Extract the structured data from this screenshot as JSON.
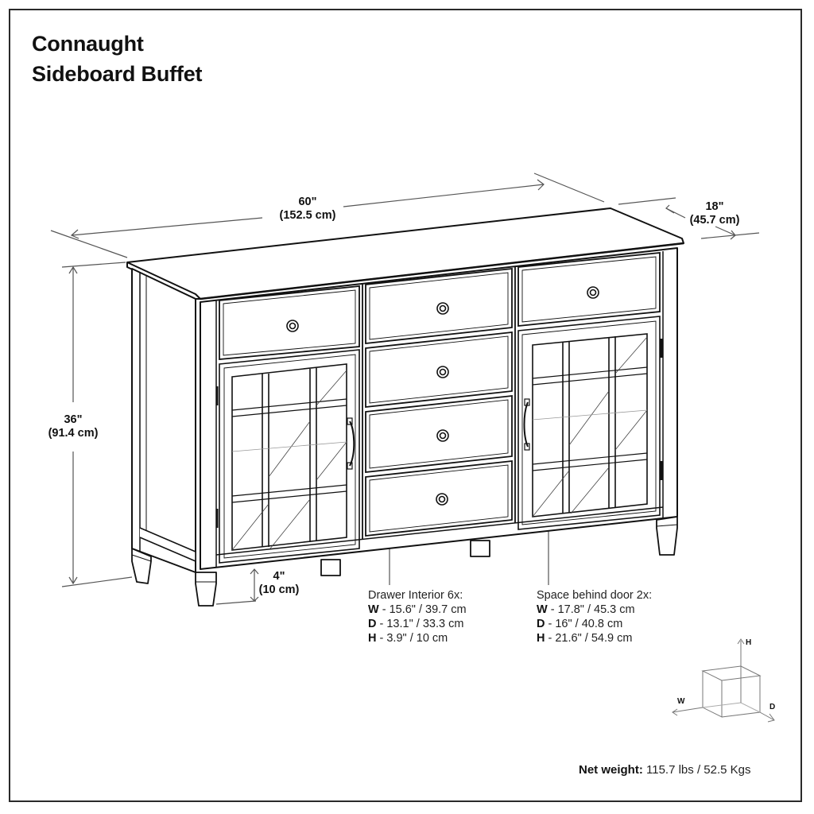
{
  "title": {
    "line1": "Connaught",
    "line2": "Sideboard Buffet"
  },
  "dimensions": {
    "width": {
      "in": "60\"",
      "cm": "(152.5 cm)"
    },
    "depth": {
      "in": "18\"",
      "cm": "(45.7 cm)"
    },
    "height": {
      "in": "36\"",
      "cm": "(91.4 cm)"
    },
    "clearance": {
      "in": "4\"",
      "cm": "(10 cm)"
    }
  },
  "drawer_interior": {
    "heading": "Drawer Interior 6x:",
    "rows": [
      {
        "key": "W",
        "value": " - 15.6\" / 39.7 cm"
      },
      {
        "key": "D",
        "value": " - 13.1\" / 33.3 cm"
      },
      {
        "key": "H",
        "value": " - 3.9\" / 10 cm"
      }
    ]
  },
  "door_space": {
    "heading": "Space behind door 2x:",
    "rows": [
      {
        "key": "W",
        "value": " - 17.8\" / 45.3 cm"
      },
      {
        "key": "D",
        "value": " - 16\" / 40.8 cm"
      },
      {
        "key": "H",
        "value": " - 21.6\" / 54.9 cm"
      }
    ]
  },
  "axis_legend": {
    "h": "H",
    "w": "W",
    "d": "D"
  },
  "net_weight": {
    "label": "Net weight:",
    "value": " 115.7 lbs / 52.5 Kgs"
  }
}
